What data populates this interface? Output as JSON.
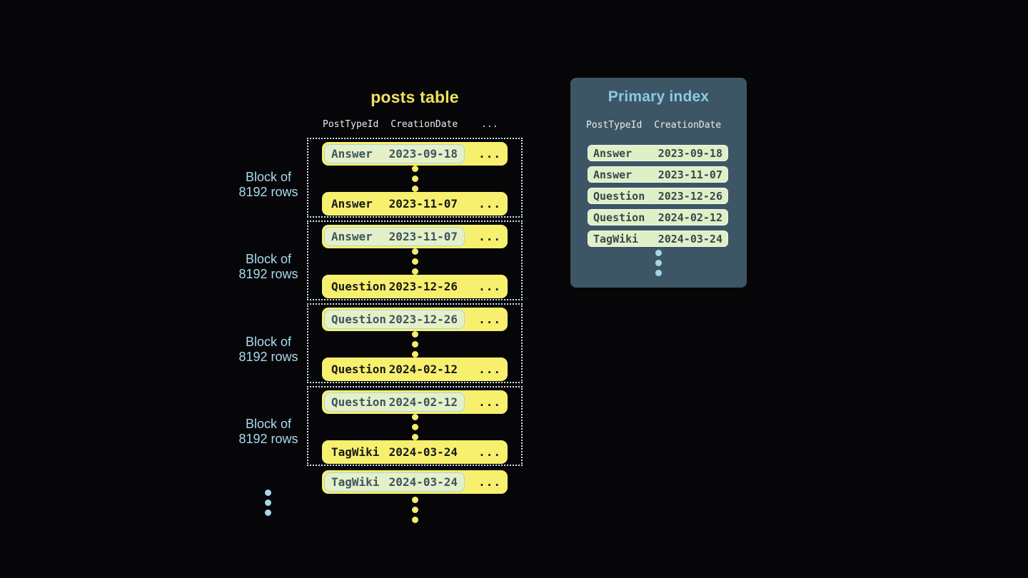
{
  "colors": {
    "bg": "#060608",
    "yellow_row": "#f7f06e",
    "yellow_title": "#eee25f",
    "row_text_dark": "#17191a",
    "highlight_bg": "#e5f0c9",
    "highlight_border": "#a2d7e7",
    "highlight_text": "#3e5460",
    "dotted_border": "#cfe6ee",
    "header_text": "#e8ecee",
    "blue_label": "#a9dbee",
    "panel_bg": "#3d5665",
    "panel_title": "#8bcae4",
    "index_row_bg": "#dff0c6",
    "index_row_border": "#f1f7ee",
    "index_row_text": "#35484f",
    "dot_yellow": "#f4ec6a",
    "dot_blue": "#a5d7ea"
  },
  "posts_table": {
    "title": "posts table",
    "column_headers": {
      "post_type": "PostTypeId",
      "creation_date": "CreationDate",
      "more": "..."
    },
    "block_label": {
      "line1": "Block of",
      "line2": "8192 rows"
    },
    "row_ellipsis": "...",
    "blocks": [
      {
        "first_row": {
          "post_type": "Answer",
          "creation_date": "2023-09-18"
        },
        "last_row": {
          "post_type": "Answer",
          "creation_date": "2023-11-07"
        }
      },
      {
        "first_row": {
          "post_type": "Answer",
          "creation_date": "2023-11-07"
        },
        "last_row": {
          "post_type": "Question",
          "creation_date": "2023-12-26"
        }
      },
      {
        "first_row": {
          "post_type": "Question",
          "creation_date": "2023-12-26"
        },
        "last_row": {
          "post_type": "Question",
          "creation_date": "2024-02-12"
        }
      },
      {
        "first_row": {
          "post_type": "Question",
          "creation_date": "2024-02-12"
        },
        "last_row": {
          "post_type": "TagWiki",
          "creation_date": "2024-03-24"
        }
      }
    ],
    "overflow_row": {
      "post_type": "TagWiki",
      "creation_date": "2024-03-24"
    }
  },
  "primary_index": {
    "title": "Primary index",
    "column_headers": {
      "post_type": "PostTypeId",
      "creation_date": "CreationDate"
    },
    "rows": [
      {
        "post_type": "Answer",
        "creation_date": "2023-09-18"
      },
      {
        "post_type": "Answer",
        "creation_date": "2023-11-07"
      },
      {
        "post_type": "Question",
        "creation_date": "2023-12-26"
      },
      {
        "post_type": "Question",
        "creation_date": "2024-02-12"
      },
      {
        "post_type": "TagWiki",
        "creation_date": "2024-03-24"
      }
    ]
  }
}
